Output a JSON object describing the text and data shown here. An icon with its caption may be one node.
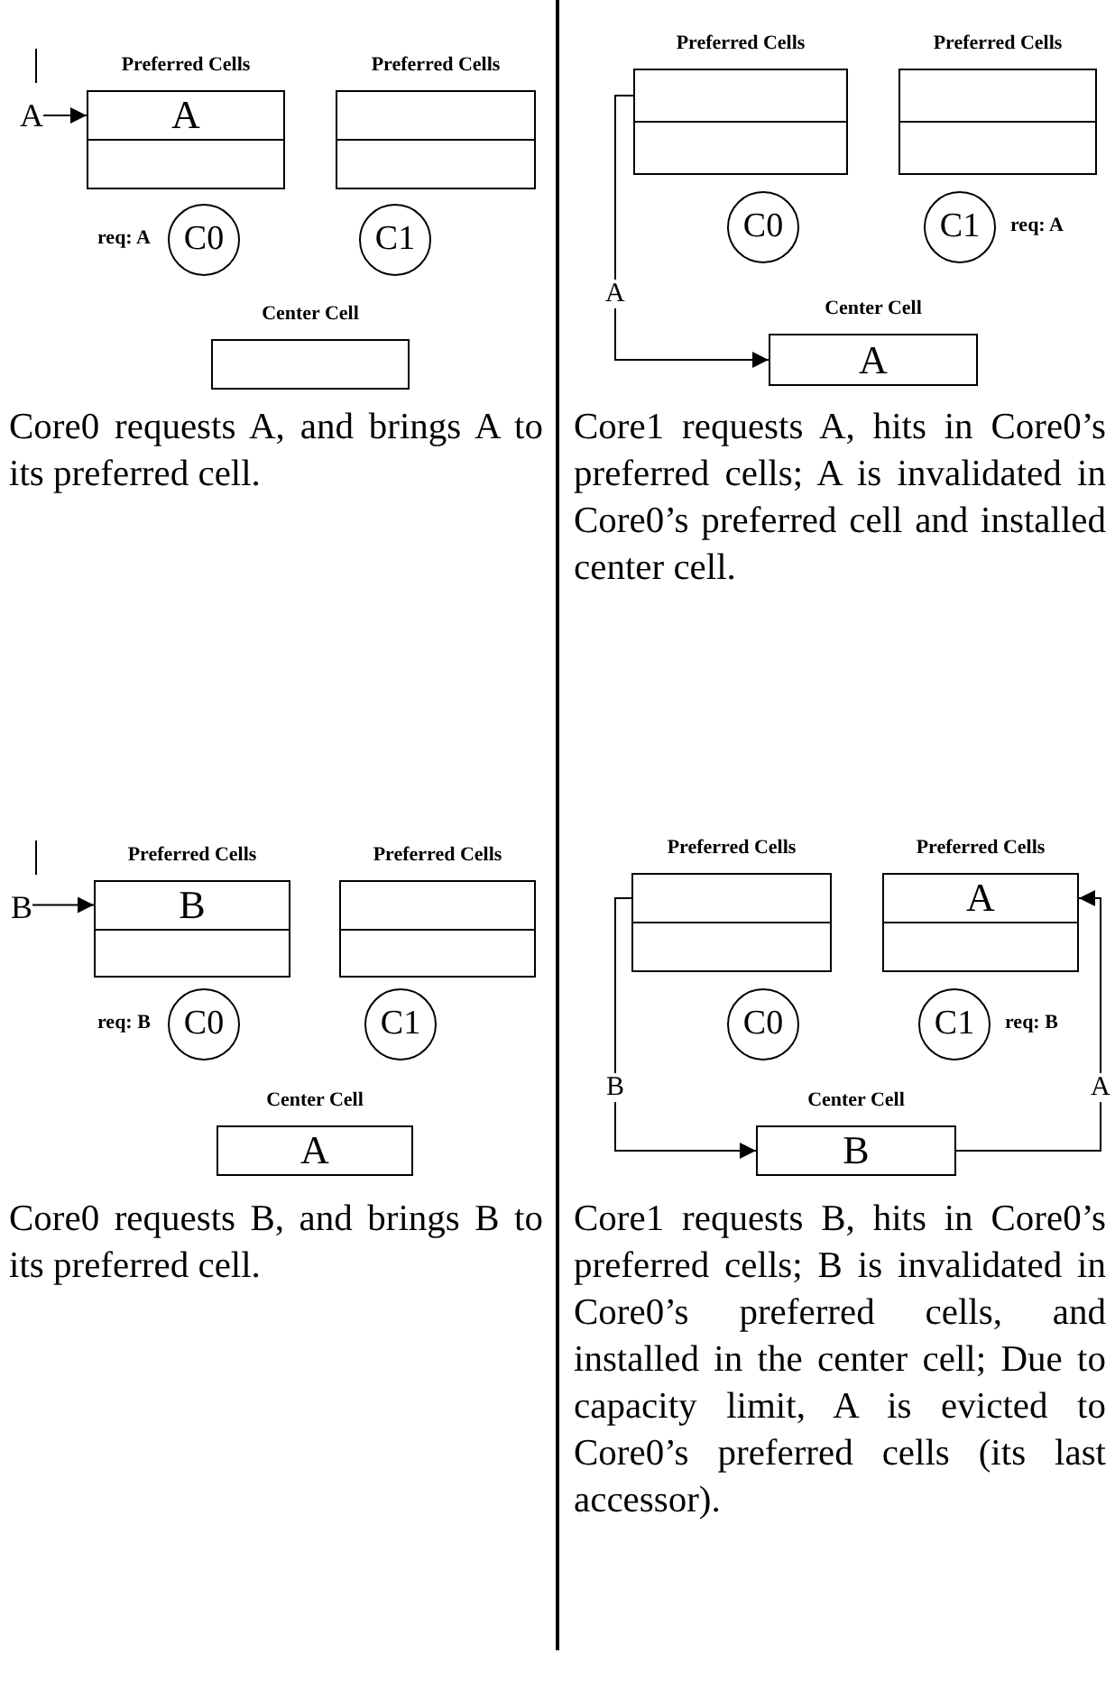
{
  "diagram": {
    "nodes": [
      {
        "text": [
          "A"
        ]
      },
      {
        "text": [
          "Preferred Cells"
        ]
      },
      {
        "text": [
          "A"
        ],
        "in": 1
      },
      {
        "text": [],
        "shape": "box",
        "in": 1
      },
      {
        "text": [
          "Preferred Cells"
        ]
      },
      {
        "text": [],
        "shape": "box",
        "in": 4
      },
      {
        "text": [],
        "shape": "box",
        "in": 4
      },
      {
        "text": [
          "C0"
        ],
        "beside": [
          "req: A"
        ]
      },
      {
        "text": [
          "C1"
        ]
      },
      {
        "text": [
          "Center Cell"
        ]
      },
      {
        "text": [
          "Preferred Cells"
        ]
      },
      {
        "text": [],
        "shape": "box",
        "in": 10
      },
      {
        "text": [],
        "shape": "box",
        "in": 10
      },
      {
        "text": [
          "Preferred Cells"
        ]
      },
      {
        "text": [],
        "shape": "box",
        "in": 13
      },
      {
        "text": [],
        "shape": "box",
        "in": 13
      },
      {
        "text": [
          "C0"
        ]
      },
      {
        "text": [
          "C1"
        ],
        "beside": [
          "req: A"
        ]
      },
      {
        "text": [
          "Center Cell",
          "A"
        ]
      },
      {
        "text": [
          "B"
        ]
      },
      {
        "text": [
          "Preferred Cells"
        ]
      },
      {
        "text": [
          "B"
        ],
        "in": 20
      },
      {
        "text": [],
        "shape": "box",
        "in": 20
      },
      {
        "text": [
          "Preferred Cells"
        ]
      },
      {
        "text": [],
        "shape": "box",
        "in": 23
      },
      {
        "text": [],
        "shape": "box",
        "in": 23
      },
      {
        "text": [
          "C0"
        ],
        "beside": [
          "req: B"
        ]
      },
      {
        "text": [
          "C1"
        ]
      },
      {
        "text": [
          "Center Cell",
          "A"
        ]
      },
      {
        "text": [
          "Preferred Cells"
        ]
      },
      {
        "text": [],
        "shape": "box",
        "in": 29
      },
      {
        "text": [],
        "shape": "box",
        "in": 29
      },
      {
        "text": [
          "Preferred Cells"
        ]
      },
      {
        "text": [
          "A"
        ],
        "in": 32
      },
      {
        "text": [],
        "shape": "box",
        "in": 32
      },
      {
        "text": [
          "C0"
        ]
      },
      {
        "text": [
          "C1"
        ],
        "beside": [
          "req: B"
        ]
      },
      {
        "text": [
          "Center Cell",
          "B"
        ]
      }
    ],
    "edges": [
      {
        "from": 0,
        "to": 2,
        "arrow": "to"
      },
      {
        "from": 11,
        "to": 18,
        "arrow": "to",
        "label": "A"
      },
      {
        "from": 19,
        "to": 21,
        "arrow": "to"
      },
      {
        "from": 30,
        "to": 37,
        "arrow": "to",
        "label": "B"
      },
      {
        "from": 37,
        "to": 33,
        "arrow": "to",
        "label": "A"
      }
    ],
    "labels": [
      "Core0 requests A, and brings A to its preferred cell.",
      "Core1 requests A, hits in Core0’s preferred cells; A is invalidated in Core0’s preferred cell and installed center cell.",
      "Core0 requests B, and brings B to its preferred cell.",
      "Core1 requests B, hits in Core0’s preferred cells; B is invalidated in Core0’s preferred cells, and installed in the center cell; Due to capacity limit, A is evicted to Core0’s preferred cells (its last accessor)."
    ]
  }
}
